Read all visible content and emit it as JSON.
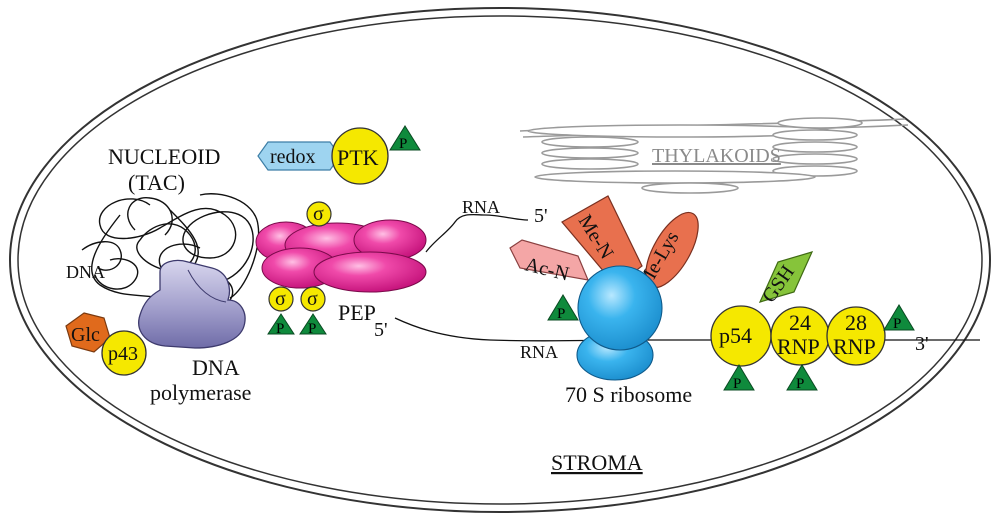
{
  "compartment": {
    "stroma_label": "STROMA"
  },
  "thylakoids": {
    "label": "THYLAKOIDS"
  },
  "nucleoid": {
    "label_line1": "NUCLEOID",
    "label_line2": "(TAC)",
    "dna_label": "DNA"
  },
  "kinase": {
    "redox_label": "redox",
    "ptk_label": "PTK",
    "phospho_label": "P"
  },
  "pep": {
    "label": "PEP",
    "sigma_label": "σ",
    "phospho_label": "P"
  },
  "polymerase": {
    "line1": "DNA",
    "line2": "polymerase",
    "glc_label": "Glc",
    "p43_label": "p43"
  },
  "transcript": {
    "upper_rna_label": "RNA",
    "upper_five_prime": "5'",
    "lower_rna_label": "RNA",
    "lower_five_prime": "5'",
    "three_prime": "3'"
  },
  "ribosome": {
    "label": "70 S ribosome",
    "modifications": {
      "acetyl": "Ac-N",
      "methyl": "Me-N",
      "methyl_lysine": "Me-Lys"
    },
    "phospho_label": "P"
  },
  "rnp": {
    "p54_label": "p54",
    "gsh_label": "GSH",
    "rnp24_number": "24",
    "rnp28_number": "28",
    "rnp_word": "RNP",
    "phospho_label": "P"
  },
  "colors": {
    "pep_magenta": "#e0128c",
    "ribosome_blue": "#2aa8e8",
    "factor_yellow": "#f5e800",
    "phospho_green": "#0f8a3c",
    "glc_orange": "#e06a1c",
    "modification_salmon": "#e8704e",
    "acetyl_pink": "#f4a6a6",
    "redox_blue": "#9ed4f0",
    "gsh_green": "#86c43a",
    "polymerase_lavender": "#9a97c6",
    "thylakoid_gray": "#999999"
  }
}
